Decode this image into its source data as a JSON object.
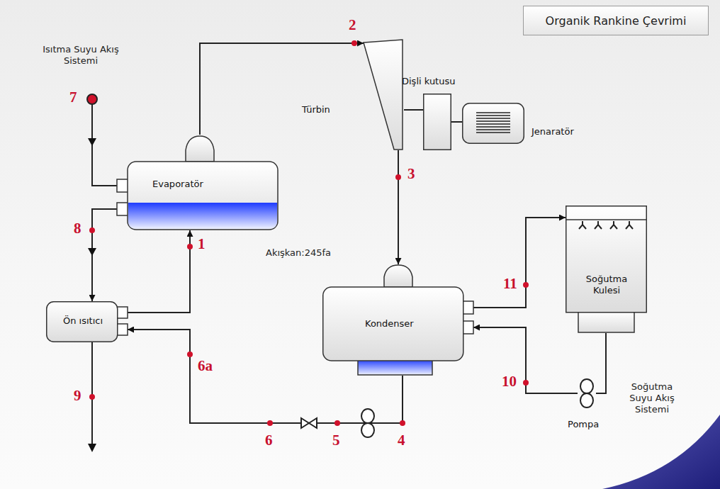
{
  "diagram": {
    "title": "Organik Rankine Çevrimi",
    "nodes": [
      {
        "text": [
          "Evaporatör"
        ]
      },
      {
        "text": [
          "Türbin"
        ]
      },
      {
        "text": [
          "Dişli kutusu"
        ]
      },
      {
        "text": [
          "Jenaratör"
        ]
      },
      {
        "text": [
          "Ön ısıtıcı"
        ]
      },
      {
        "text": [
          "Kondenser"
        ]
      },
      {
        "text": [
          "Soğutma Kulesi"
        ]
      },
      {
        "text": [
          "Pompa"
        ]
      }
    ],
    "edges": [
      {
        "from": 0,
        "to": 1,
        "arrow": "to"
      },
      {
        "from": 1,
        "to": 5,
        "arrow": "to"
      },
      {
        "from": 1,
        "to": 2,
        "arrow": "none"
      },
      {
        "from": 2,
        "to": 3,
        "arrow": "none"
      },
      {
        "from": 5,
        "to": 4,
        "arrow": "to"
      },
      {
        "from": 4,
        "to": 0,
        "arrow": "to"
      },
      {
        "from": 0,
        "to": 4,
        "arrow": "to"
      },
      {
        "from": 5,
        "to": 6,
        "arrow": "to"
      },
      {
        "from": 6,
        "to": 7,
        "arrow": "none"
      },
      {
        "from": 7,
        "to": 5,
        "arrow": "to"
      }
    ],
    "labels": [
      "Isıtma Suyu Akış Sistemi",
      "Akışkan:245fa",
      "Soğutma Suyu Akış Sistemi",
      "1",
      "2",
      "3",
      "4",
      "5",
      "6",
      "6a",
      "7",
      "8",
      "9",
      "10",
      "11"
    ]
  }
}
